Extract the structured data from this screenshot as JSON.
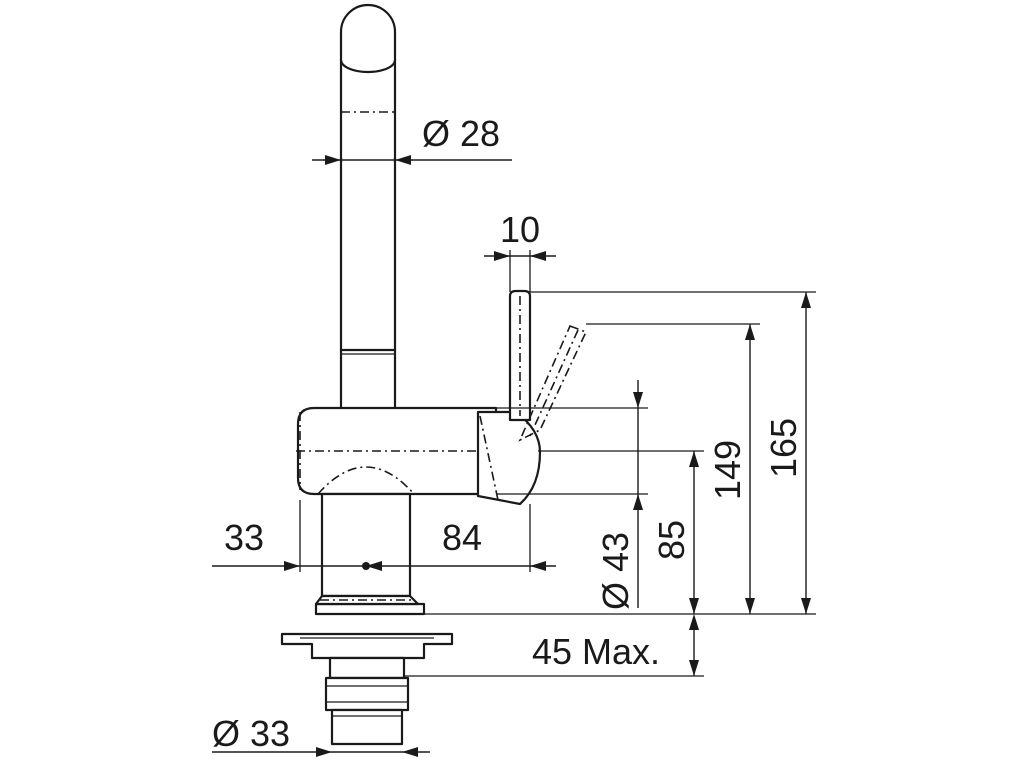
{
  "drawing": {
    "dimensions": {
      "spout_diameter": "Ø 28",
      "lever_width": "10",
      "total_height": "165",
      "lever_tip_height": "149",
      "body_height": "85",
      "body_diameter": "Ø 43",
      "mounting_thickness": "45 Max.",
      "offset_left": "33",
      "reach": "84",
      "shank_diameter": "Ø 33"
    }
  }
}
